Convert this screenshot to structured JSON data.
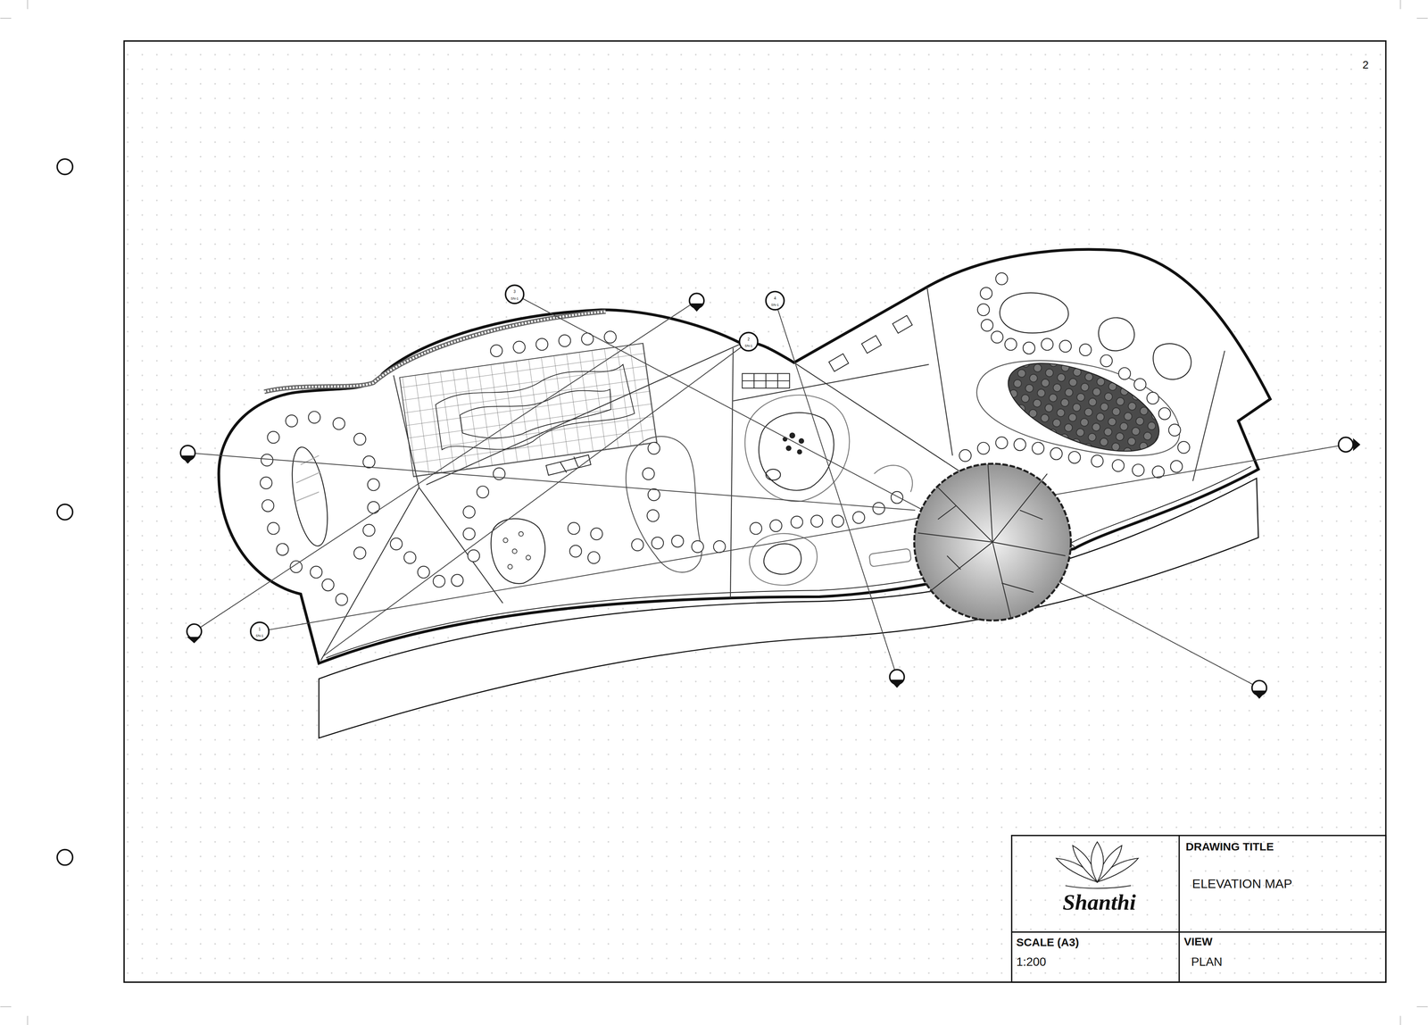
{
  "diagram": {
    "labels": [
      "2",
      "1",
      "SN-1",
      "2",
      "SN-1",
      "3",
      "SN-1",
      "4",
      "SN-1",
      "Shanthi",
      "DRAWING TITLE",
      "ELEVATION MAP",
      "SCALE (A3)",
      "1:200",
      "VIEW",
      "PLAN"
    ]
  }
}
